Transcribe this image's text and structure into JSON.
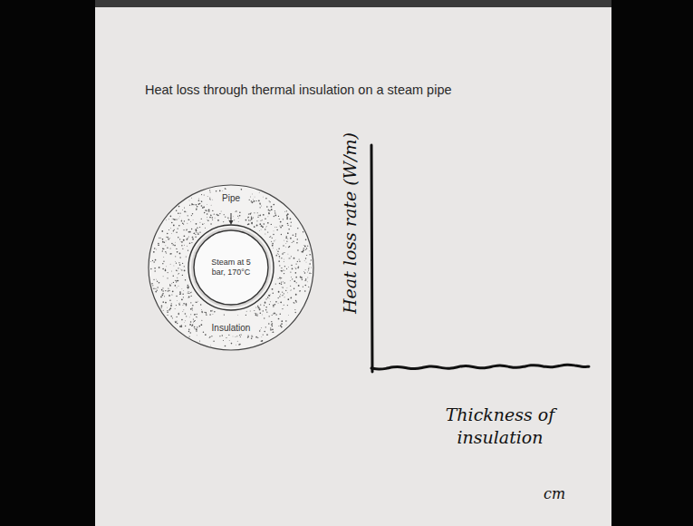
{
  "diagram": {
    "title": "Heat loss through thermal insulation on a steam pipe",
    "nodes": [
      {
        "text": [
          "Insulation"
        ]
      },
      {
        "text": [
          "Steam at 5 bar, 170°C"
        ],
        "in": 0
      }
    ],
    "labels": [
      "Pipe",
      "Heat loss rate (W/m)",
      "Thickness of insulation",
      "cm"
    ]
  }
}
